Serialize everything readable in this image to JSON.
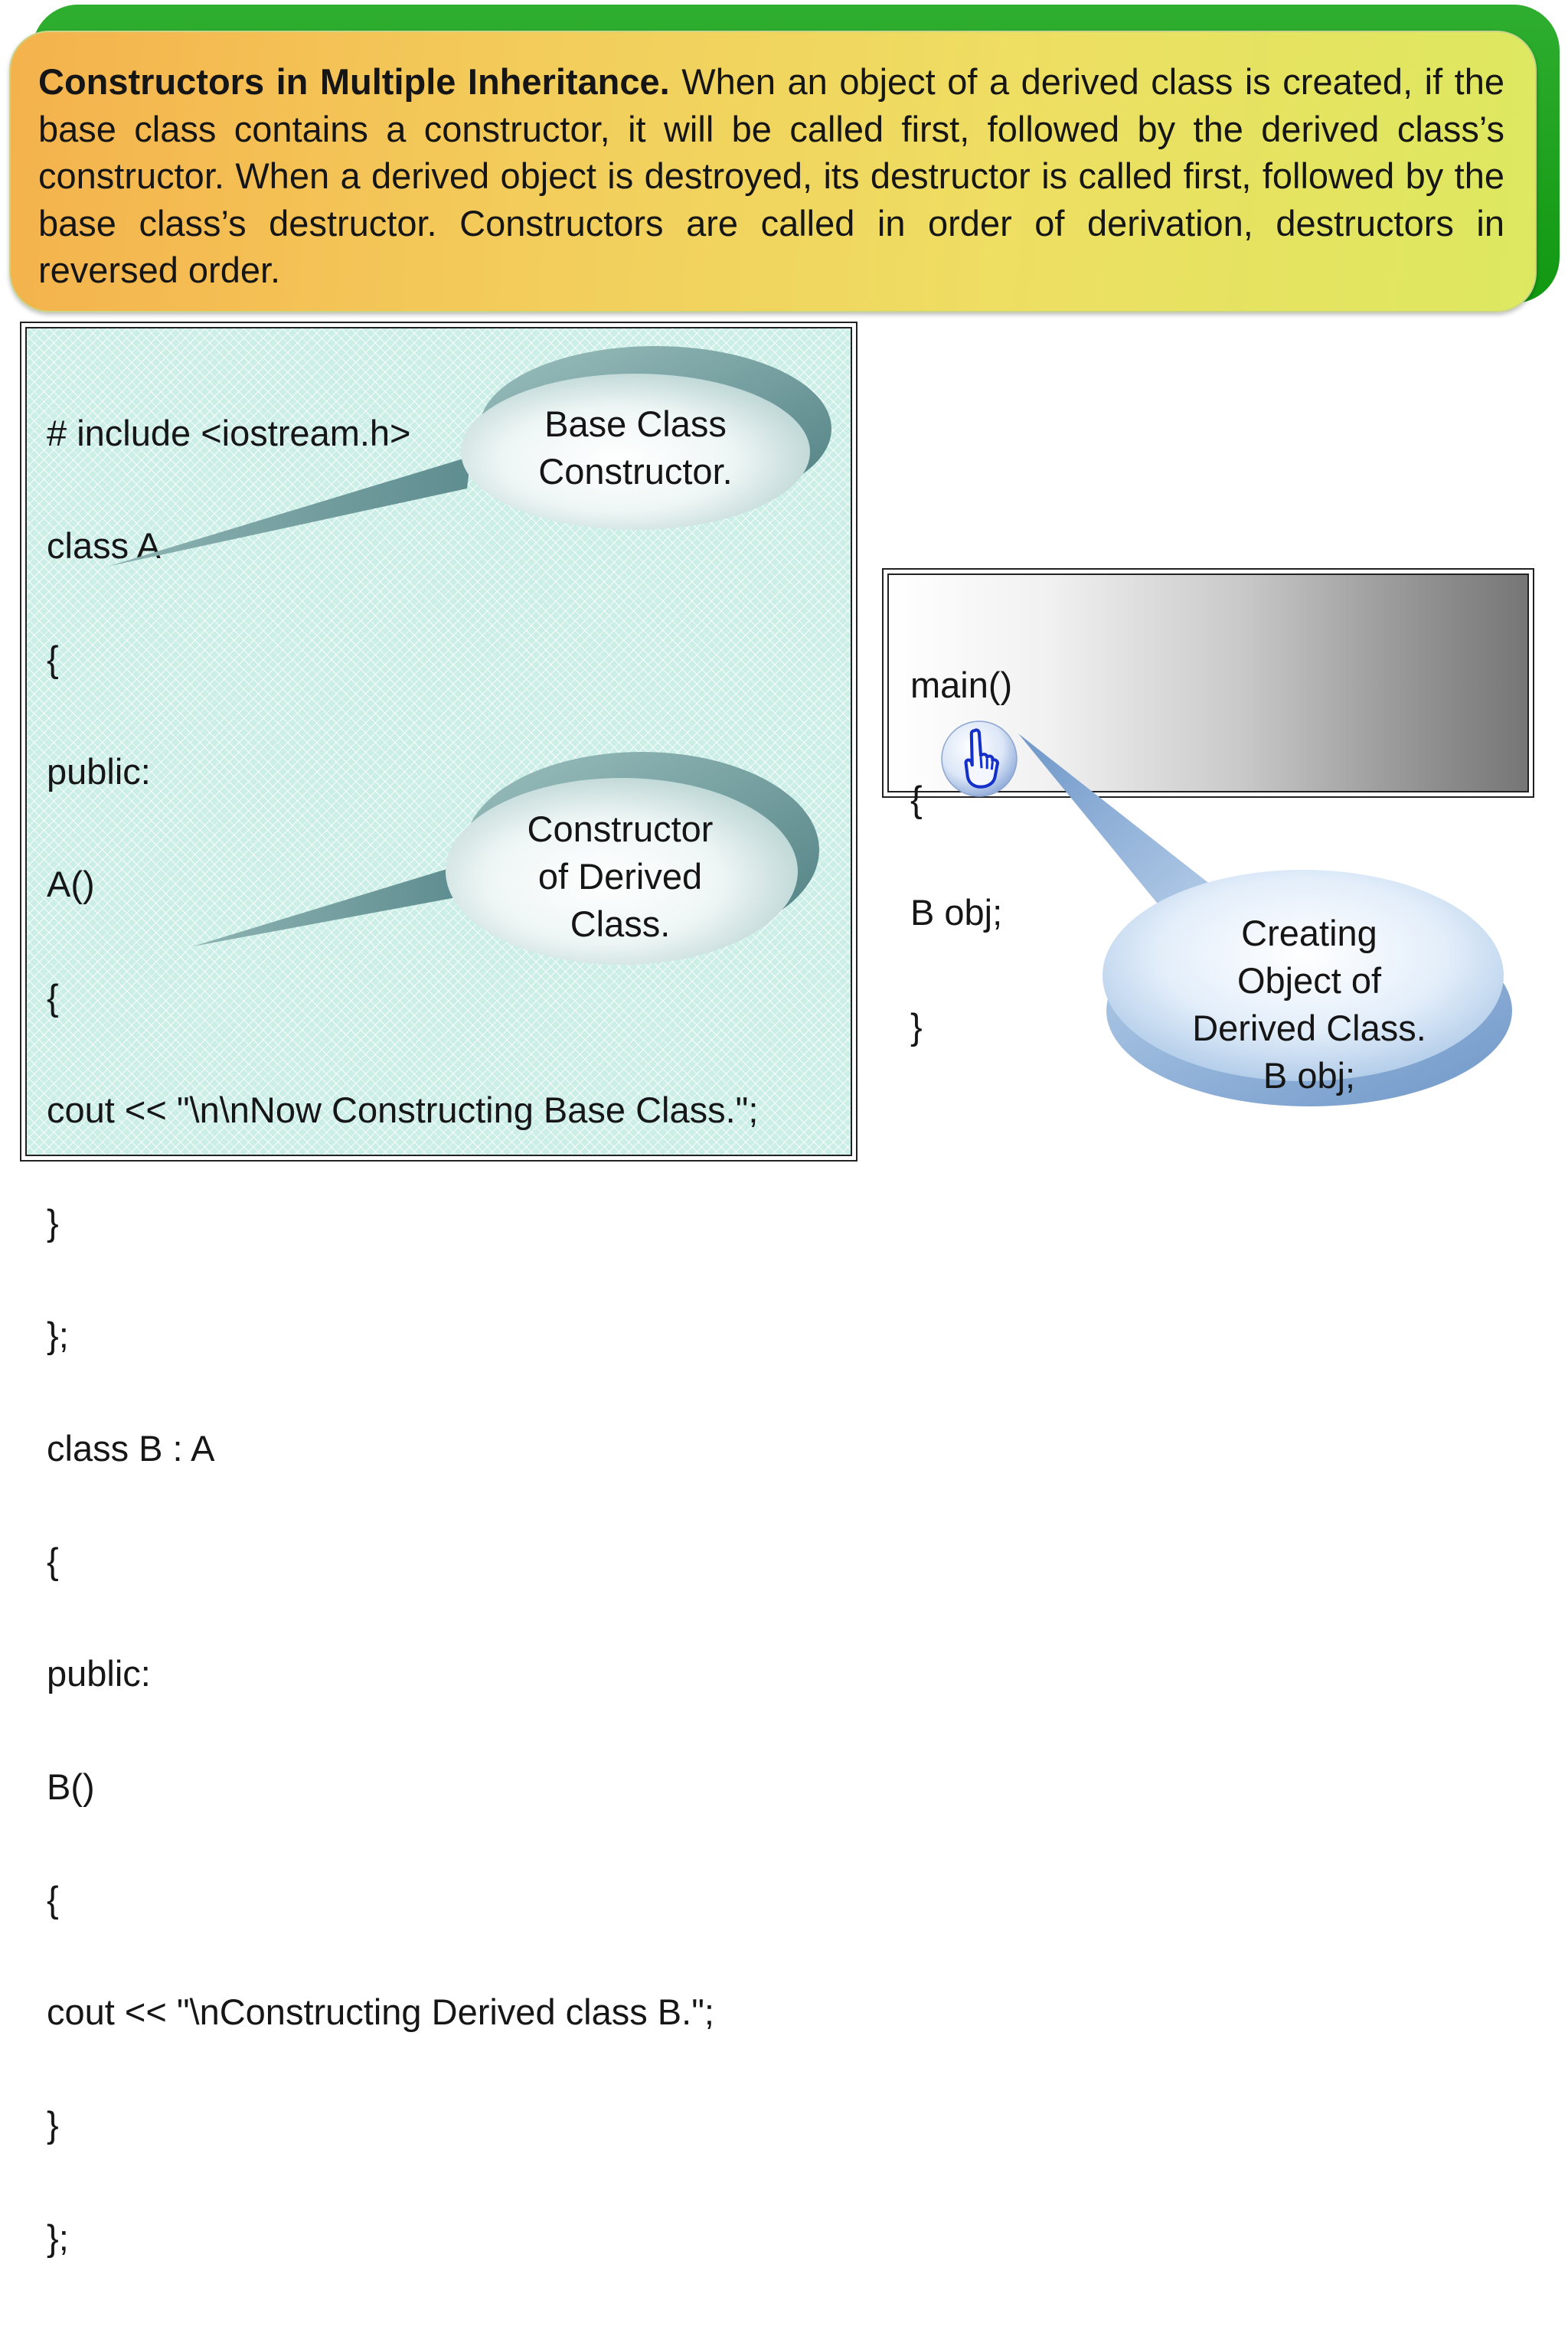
{
  "intro": {
    "heading": "Constructors in Multiple Inheritance.",
    "body": "When an object of a derived class is created, if the base class contains a constructor, it will be called first, followed by the derived class’s constructor. When a derived object is destroyed, its destructor is called first, followed by the base class’s destructor. Constructors are called in order of derivation, destructors in reversed order."
  },
  "code": {
    "lines": [
      "# include <iostream.h>",
      "class A",
      "{",
      "public:",
      "A()",
      "{",
      "cout << \"\\n\\nNow Constructing Base Class.\";",
      "}",
      "};",
      "class B : A",
      "{",
      "public:",
      "B()",
      "{",
      "cout << \"\\nConstructing Derived class B.\";",
      "}",
      "};"
    ]
  },
  "main_code": {
    "lines": [
      "main()",
      "{",
      "B obj;",
      "}"
    ]
  },
  "callouts": {
    "base": [
      "Base Class",
      "Constructor."
    ],
    "derived": [
      "Constructor",
      "of Derived",
      "Class."
    ],
    "create": [
      "Creating",
      "Object of",
      "Derived Class.",
      "B obj;"
    ]
  },
  "colors": {
    "banner_green": "#119811",
    "banner_left": "#f4b24c",
    "banner_right": "#dde860",
    "code_panel": "#cbeee6",
    "callout_teal": "#6f9ea0",
    "callout_blue": "#8fb4dc",
    "hand_blue": "#1530c8"
  },
  "icons": {
    "pointer": "pointing-hand-icon"
  }
}
